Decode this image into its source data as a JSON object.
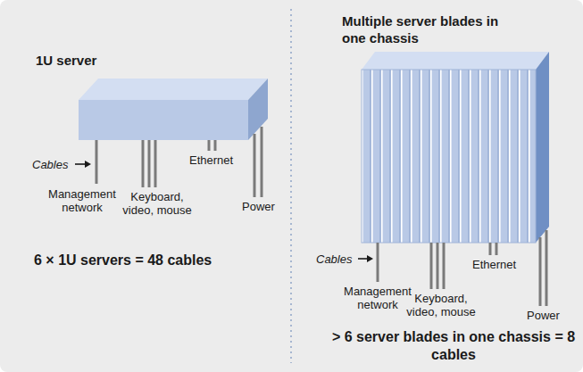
{
  "diagram": {
    "labels": [
      "1U server",
      "Cables",
      "Management network",
      "Keyboard, video, mouse",
      "Ethernet",
      "Power",
      "6 × 1U servers = 48 cables",
      "Multiple server blades in one chassis",
      "Cables",
      "Management network",
      "Keyboard, video, mouse",
      "Ethernet",
      "Power",
      "> 6 server blades in one chassis = 8 cables"
    ]
  }
}
